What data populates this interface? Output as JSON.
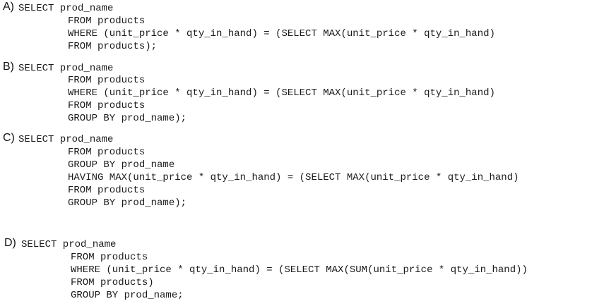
{
  "options": [
    {
      "letter": "A)",
      "first": "SELECT prod_name",
      "lines": [
        "FROM products",
        "WHERE (unit_price * qty_in_hand) = (SELECT MAX(unit_price * qty_in_hand)",
        "FROM products);"
      ]
    },
    {
      "letter": "B)",
      "first": "SELECT prod_name",
      "lines": [
        "FROM products",
        "WHERE (unit_price * qty_in_hand) = (SELECT MAX(unit_price * qty_in_hand)",
        "FROM products",
        "GROUP BY prod_name);"
      ]
    },
    {
      "letter": "C)",
      "first": "SELECT prod_name",
      "lines": [
        "FROM products",
        "GROUP BY prod_name",
        "HAVING MAX(unit_price * qty_in_hand) = (SELECT MAX(unit_price * qty_in_hand)",
        "FROM products",
        "GROUP BY prod_name);"
      ]
    },
    {
      "letter": "D)",
      "first": "SELECT prod_name",
      "lines": [
        "FROM products",
        "WHERE (unit_price * qty_in_hand) = (SELECT MAX(SUM(unit_price * qty_in_hand))",
        "FROM products)",
        "GROUP BY prod_name;"
      ]
    }
  ]
}
